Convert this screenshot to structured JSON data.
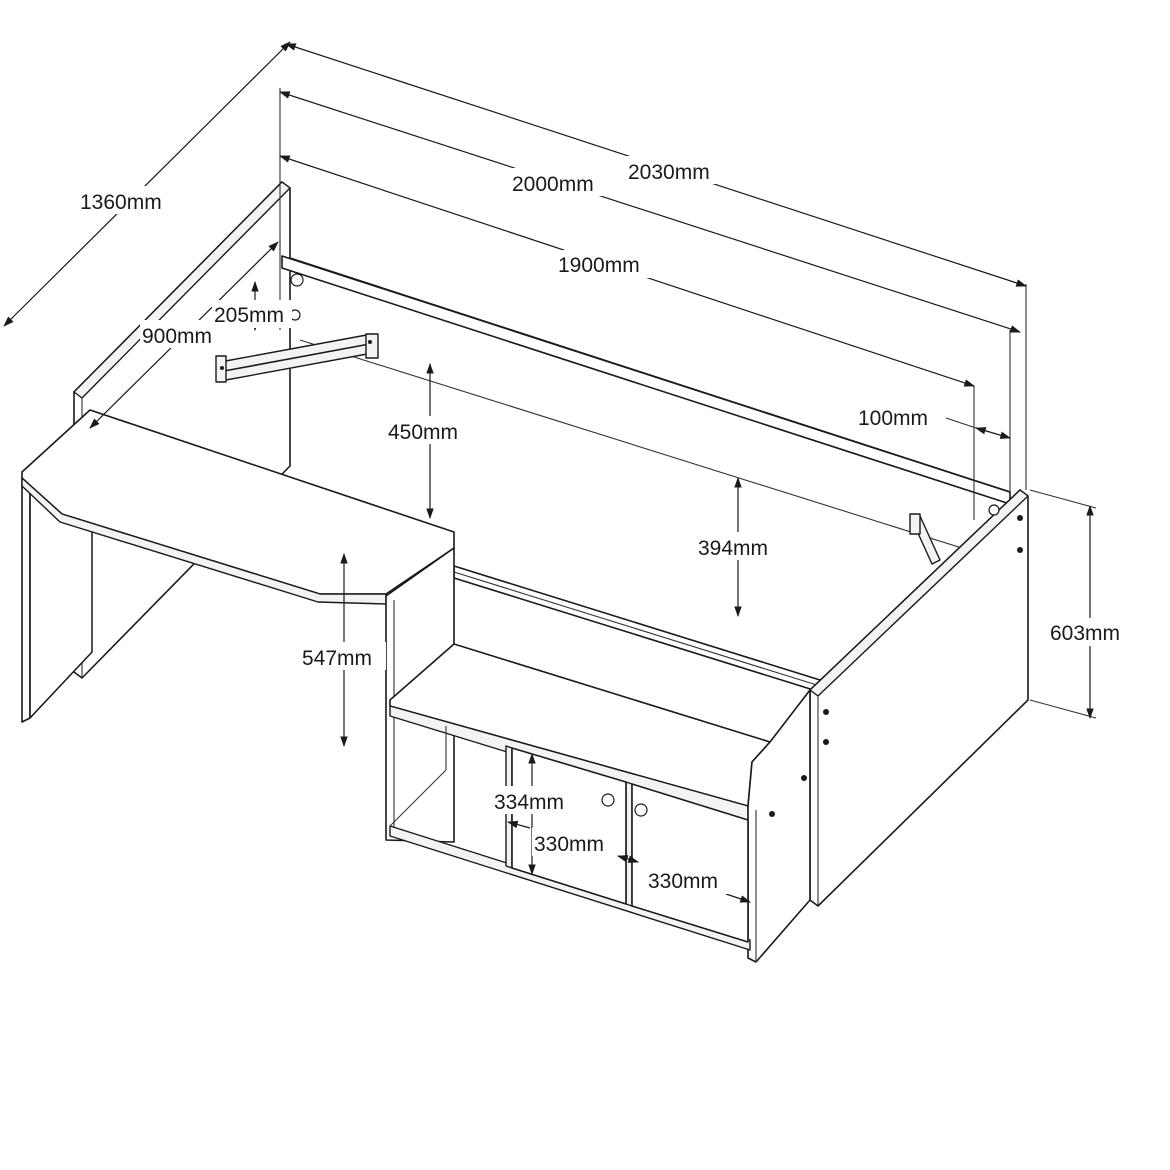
{
  "dimensions": {
    "overall_length": "2030mm",
    "frame_length": "2000mm",
    "mattress_length": "1900mm",
    "overall_width": "1360mm",
    "desk_width": "900mm",
    "upper_gap": "205mm",
    "desk_clearance": "450mm",
    "rail_depth": "394mm",
    "end_gap": "100mm",
    "desk_height": "547mm",
    "bed_height": "603mm",
    "cubby_height": "334mm",
    "cubby_width_left": "330mm",
    "cubby_width_right": "330mm"
  }
}
